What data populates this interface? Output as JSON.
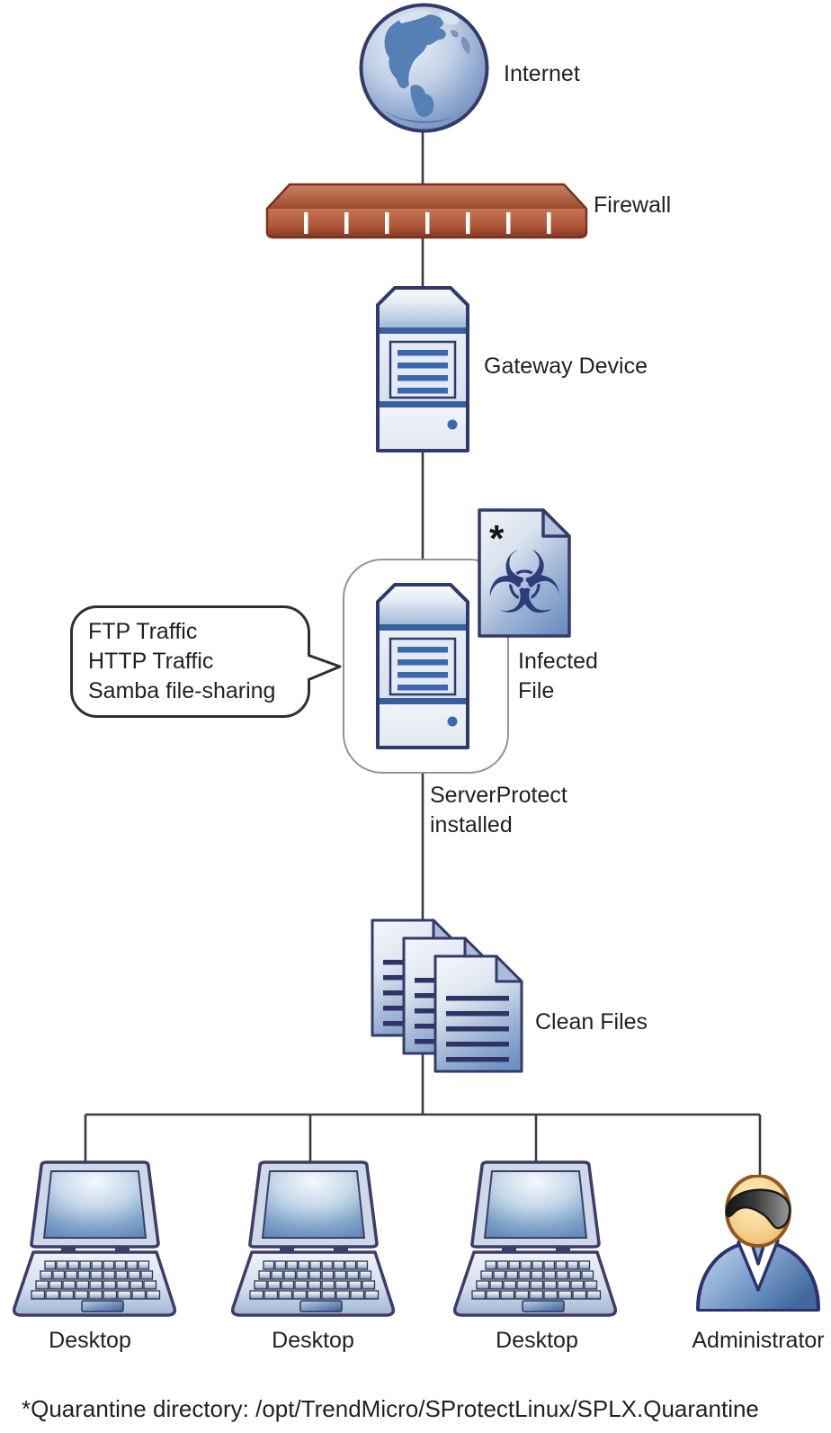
{
  "nodes": {
    "internet": {
      "label": "Internet"
    },
    "firewall": {
      "label": "Firewall"
    },
    "gateway_device": {
      "label": "Gateway Device"
    },
    "traffic_callout": {
      "lines": [
        "FTP Traffic",
        "HTTP Traffic",
        "Samba file-sharing"
      ]
    },
    "infected_file": {
      "label_lines": [
        "Infected",
        "File"
      ],
      "asterisk_mark": "*",
      "biohazard_glyph": "☣"
    },
    "server_protect": {
      "label_lines": [
        "ServerProtect",
        "installed"
      ]
    },
    "clean_files": {
      "label": "Clean Files"
    },
    "desktops": [
      {
        "label": "Desktop"
      },
      {
        "label": "Desktop"
      },
      {
        "label": "Desktop"
      }
    ],
    "administrator": {
      "label": "Administrator"
    }
  },
  "footnote": "*Quarantine directory: /opt/TrendMicro/SProtectLinux/SPLX.Quarantine",
  "colors": {
    "ink": "#231f20",
    "line": "#3b3b3b",
    "node_outline": "#2e3a6e",
    "server_accent": "#3a68ae",
    "firewall_brick": "#a85237",
    "shirt_blue": "#4a74ae",
    "face_tan": "#f0c078",
    "biohazard_blue": "#2d3d7a"
  }
}
